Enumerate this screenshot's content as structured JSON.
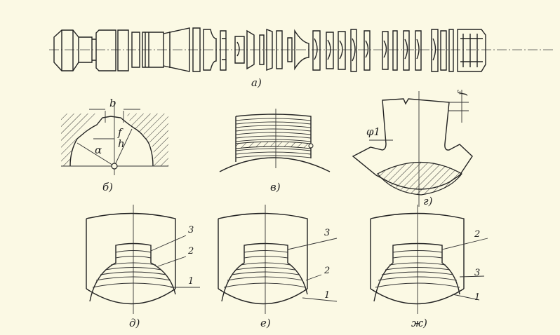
{
  "figure": {
    "panels": {
      "a": "а)",
      "b": "б)",
      "v": "в)",
      "g": "г)",
      "d": "д)",
      "e": "е)",
      "zh": "ж)"
    },
    "dimensions": {
      "b_width": "b",
      "f_land": "f",
      "alpha": "α",
      "h": "h",
      "phi1": "φ1",
      "f_right": "f"
    },
    "layer_numbers": {
      "d": [
        "3",
        "2",
        "1"
      ],
      "e": [
        "3",
        "2",
        "1"
      ],
      "zh": [
        "2",
        "3",
        "1"
      ]
    },
    "colors": {
      "background": "#fbf9e4",
      "ink": "#222222"
    }
  }
}
